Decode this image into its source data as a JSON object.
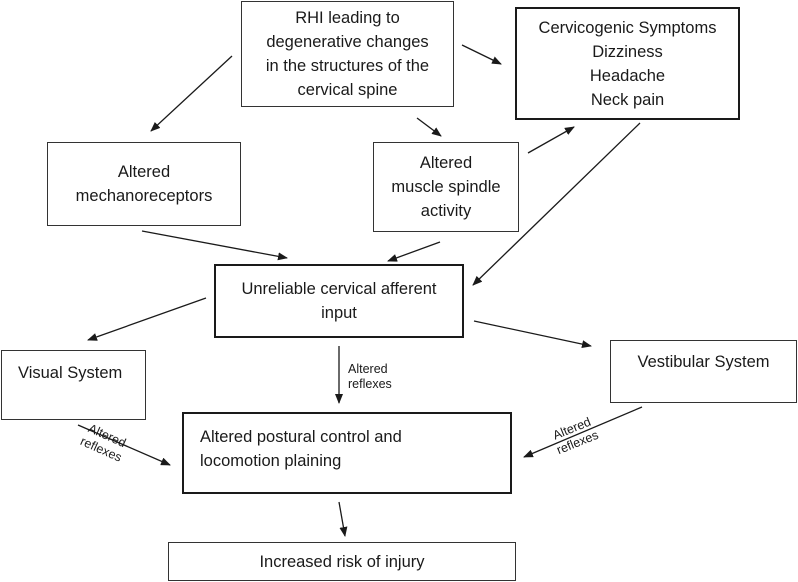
{
  "nodes": {
    "rhi": [
      "RHI leading to",
      "degenerative changes",
      "in the structures of the",
      "cervical spine"
    ],
    "symptoms": [
      "Cervicogenic Symptoms",
      "Dizziness",
      "Headache",
      "Neck pain"
    ],
    "mechano": [
      "Altered",
      "mechanoreceptors"
    ],
    "spindle": [
      "Altered",
      "muscle spindle",
      "activity"
    ],
    "afferent": [
      "Unreliable cervical afferent",
      "input"
    ],
    "visual": [
      "Visual System"
    ],
    "vestibular": [
      "Vestibular System"
    ],
    "postural": [
      "Altered postural control and",
      "locomotion plaining"
    ],
    "injury": [
      "Increased risk of injury"
    ]
  },
  "edge_labels": {
    "center": [
      "Altered",
      "reflexes"
    ],
    "left": [
      "Altered",
      "reflexes"
    ],
    "right": [
      "Altered",
      "reflexes"
    ]
  }
}
